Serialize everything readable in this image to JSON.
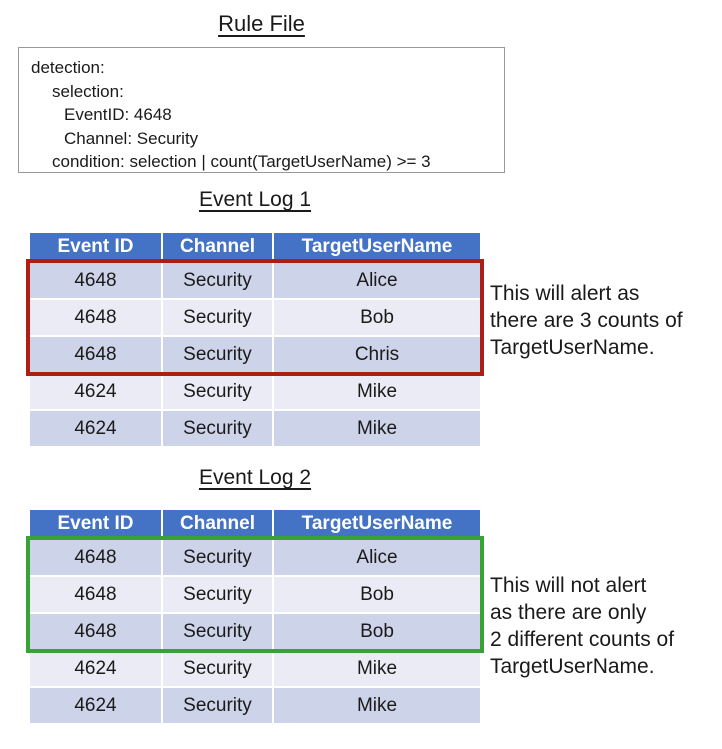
{
  "colors": {
    "header_bg": "#4472C4",
    "header_text": "#FFFFFF",
    "band_dark": "#CDD3E8",
    "band_light": "#EAEBF4",
    "alert_red": "#AD1F15",
    "ok_green": "#37A337",
    "box_border": "#999999",
    "ink": "#1A1A1A"
  },
  "rule_file": {
    "title": "Rule File",
    "lines": [
      "detection:",
      "selection:",
      "EventID: 4648",
      "Channel: Security",
      "condition: selection | count(TargetUserName) >= 3"
    ]
  },
  "event_log_1": {
    "title": "Event Log 1",
    "columns": [
      "Event ID",
      "Channel",
      "TargetUserName"
    ],
    "rows": [
      [
        "4648",
        "Security",
        "Alice"
      ],
      [
        "4648",
        "Security",
        "Bob"
      ],
      [
        "4648",
        "Security",
        "Chris"
      ],
      [
        "4624",
        "Security",
        "Mike"
      ],
      [
        "4624",
        "Security",
        "Mike"
      ]
    ],
    "highlighted_rows": "1-3",
    "annotation": [
      "This will alert as",
      "there are 3 counts of",
      "TargetUserName."
    ]
  },
  "event_log_2": {
    "title": "Event Log 2",
    "columns": [
      "Event ID",
      "Channel",
      "TargetUserName"
    ],
    "rows": [
      [
        "4648",
        "Security",
        "Alice"
      ],
      [
        "4648",
        "Security",
        "Bob"
      ],
      [
        "4648",
        "Security",
        "Bob"
      ],
      [
        "4624",
        "Security",
        "Mike"
      ],
      [
        "4624",
        "Security",
        "Mike"
      ]
    ],
    "highlighted_rows": "1-3",
    "annotation": [
      "This will not alert",
      "as there are only",
      "2 different counts of",
      "TargetUserName."
    ]
  }
}
